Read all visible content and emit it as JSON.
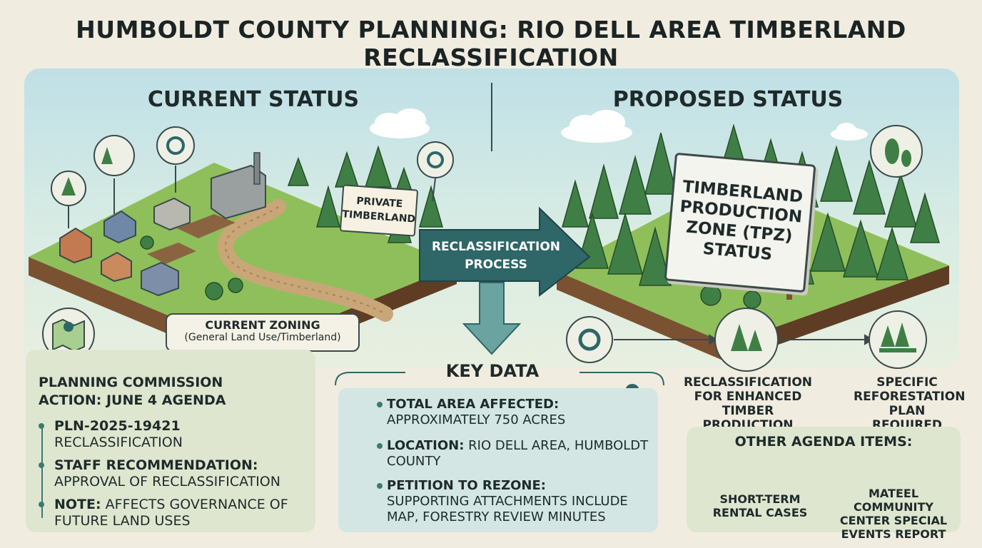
{
  "title": "HUMBOLDT COUNTY PLANNING: RIO DELL AREA TIMBERLAND RECLASSIFICATION",
  "current": {
    "heading": "CURRENT STATUS",
    "sign": "PRIVATE TIMBERLAND",
    "zoning_title": "CURRENT ZONING",
    "zoning_detail": "(General Land Use/Timberland)"
  },
  "proposed": {
    "heading": "PROPOSED STATUS",
    "sign": "TIMBERLAND PRODUCTION ZONE (TPZ) STATUS"
  },
  "process_arrow": "RECLASSIFICATION PROCESS",
  "commission": {
    "title_line1": "PLANNING COMMISSION",
    "title_line2": "ACTION: JUNE 4 AGENDA",
    "items": [
      {
        "label": "PLN-2025-19421",
        "text": "RECLASSIFICATION"
      },
      {
        "label": "STAFF RECOMMENDATION:",
        "text": "APPROVAL OF RECLASSIFICATION"
      },
      {
        "label": "NOTE:",
        "text": "AFFECTS GOVERNANCE OF FUTURE LAND USES"
      }
    ]
  },
  "key_data": {
    "title": "KEY DATA",
    "items": [
      {
        "label": "TOTAL AREA AFFECTED:",
        "text": "APPROXIMATELY 750 ACRES"
      },
      {
        "label": "LOCATION:",
        "text": "RIO DELL AREA, HUMBOLDT COUNTY"
      },
      {
        "label": "PETITION TO REZONE:",
        "text": "SUPPORTING ATTACHMENTS INCLUDE MAP, FORESTRY REVIEW MINUTES"
      }
    ]
  },
  "steps": {
    "step1": "RECLASSIFICATION FOR ENHANCED TIMBER PRODUCTION",
    "step2": "SPECIFIC REFORESTATION PLAN REQUIRED"
  },
  "other": {
    "title": "OTHER AGENDA ITEMS:",
    "item1": "SHORT-TERM RENTAL CASES",
    "item2": "MATEEL COMMUNITY CENTER SPECIAL EVENTS REPORT"
  },
  "colors": {
    "accent_teal": "#2f6668",
    "forest_green": "#3f7f45",
    "panel_sage": "#dfe6d0",
    "panel_teal": "#d3e6e3"
  }
}
